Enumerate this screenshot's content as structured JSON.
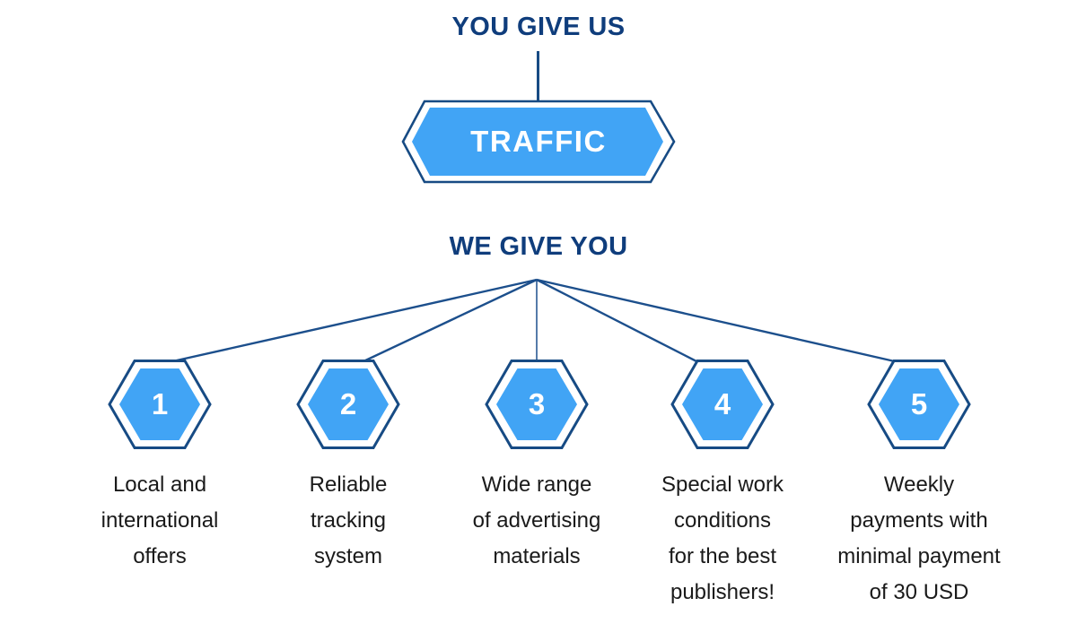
{
  "colors": {
    "navy_heading": "#0F3D7C",
    "navy_line": "#174B84",
    "hex_fill_blue": "#41A4F5",
    "body_text": "#1A1A1A",
    "number_text": "#FFFFFF"
  },
  "top": {
    "heading": "YOU GIVE US",
    "badge_label": "TRAFFIC"
  },
  "middle": {
    "heading": "WE GIVE YOU"
  },
  "items": [
    {
      "number": "1",
      "caption": "Local and\ninternational\noffers"
    },
    {
      "number": "2",
      "caption": "Reliable\ntracking\nsystem"
    },
    {
      "number": "3",
      "caption": "Wide range\nof advertising\nmaterials"
    },
    {
      "number": "4",
      "caption": "Special work\nconditions\nfor the best\npublishers!"
    },
    {
      "number": "5",
      "caption": "Weekly\npayments with\nminimal payment\nof 30 USD"
    }
  ]
}
